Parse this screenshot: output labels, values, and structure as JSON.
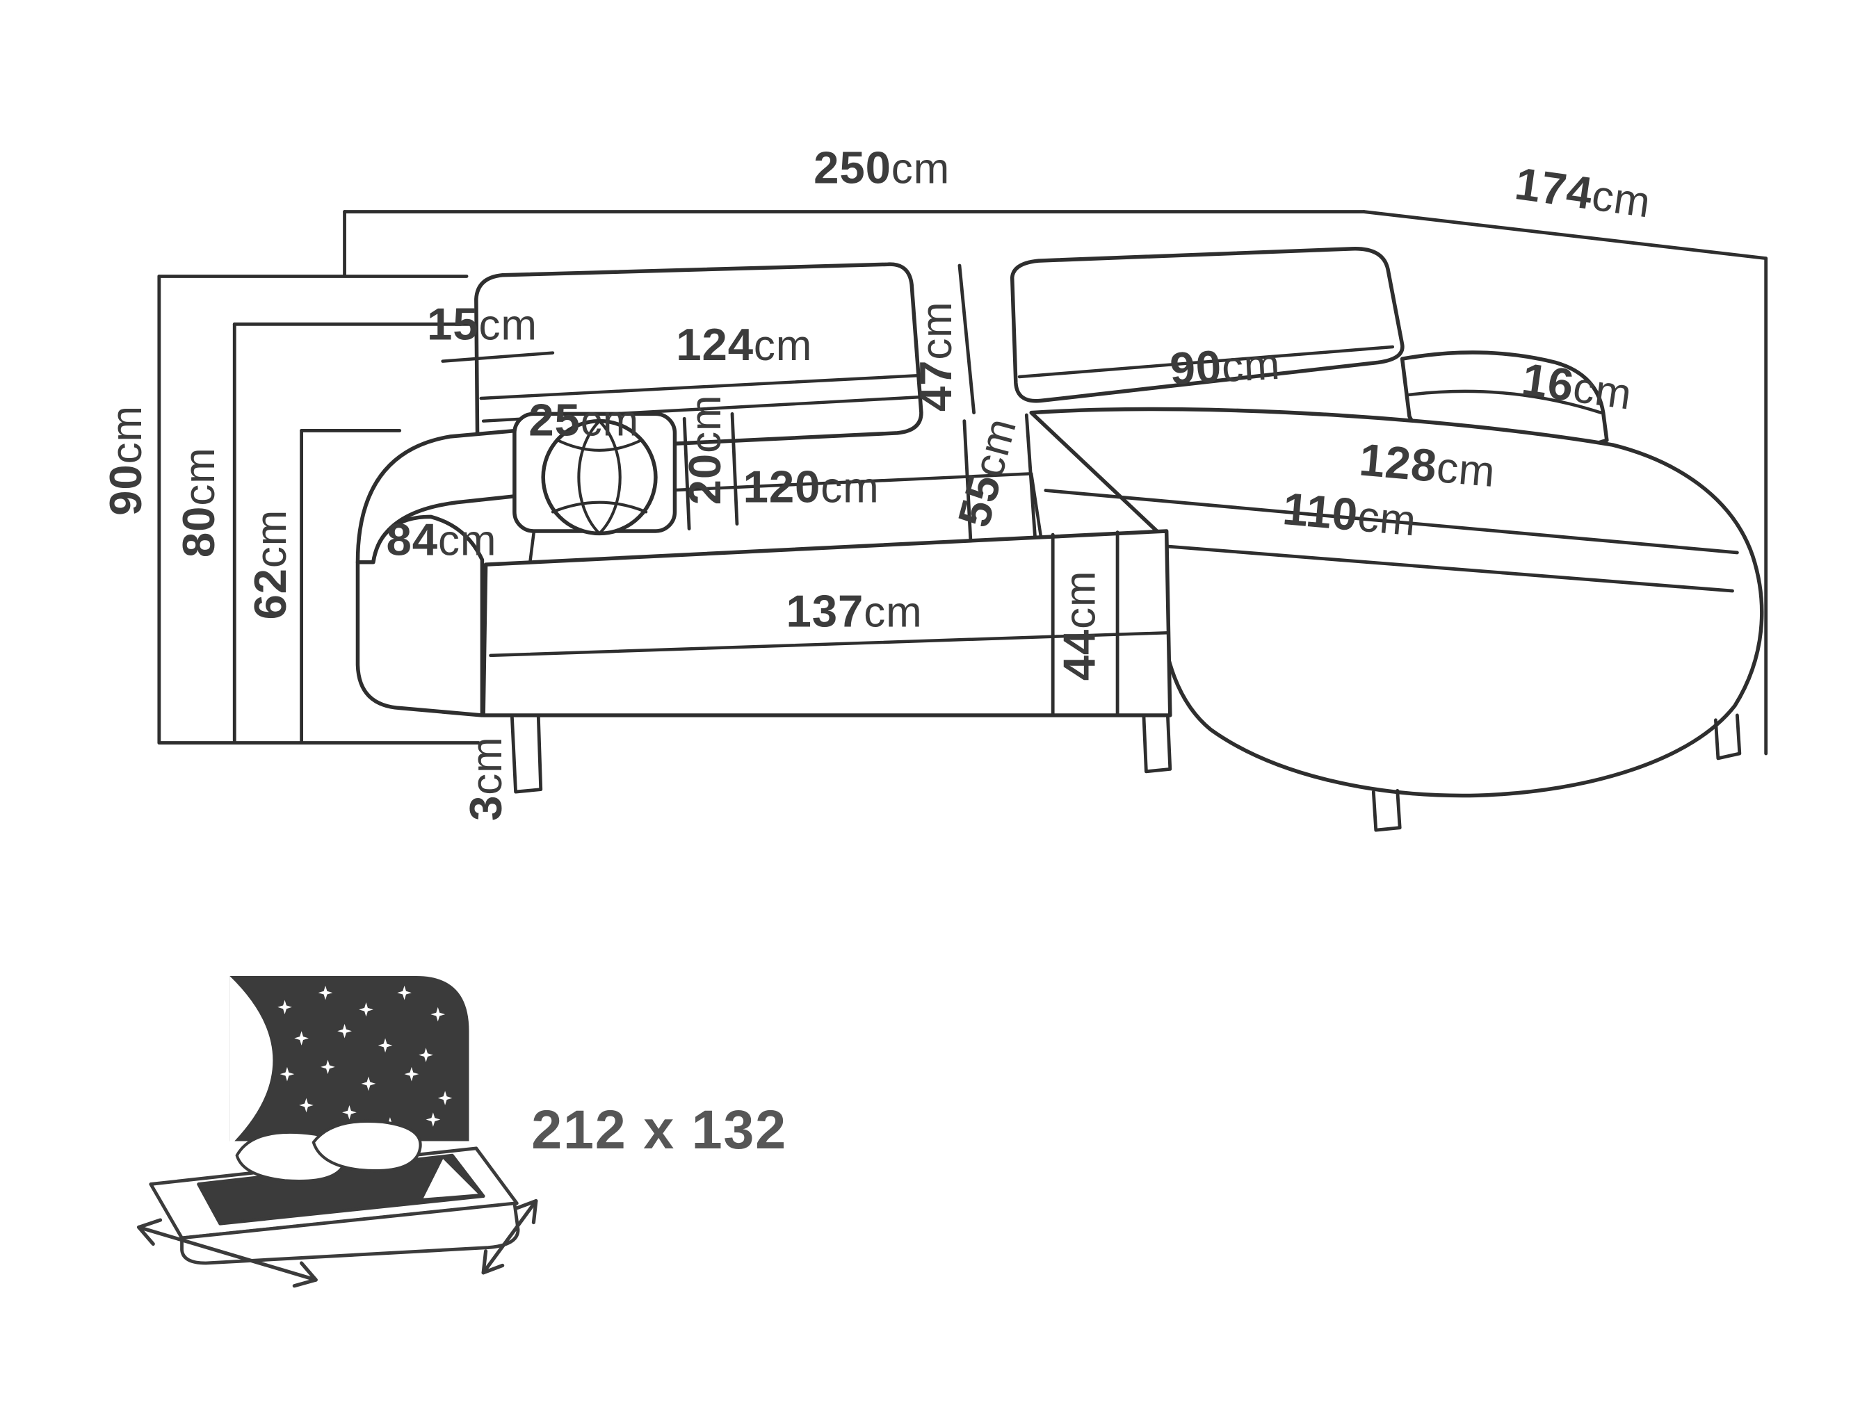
{
  "diagram": {
    "type": "corner-sofa-dimension-drawing",
    "unit_default": "cm"
  },
  "dims": {
    "overall_width": {
      "value": "250",
      "unit": "cm"
    },
    "overall_depth": {
      "value": "174",
      "unit": "cm"
    },
    "backrest_top": {
      "value": "15",
      "unit": "cm"
    },
    "backrest_left_width": {
      "value": "124",
      "unit": "cm"
    },
    "backrest_height": {
      "value": "47",
      "unit": "cm"
    },
    "backrest_right_width": {
      "value": "90",
      "unit": "cm"
    },
    "armrest_right_width": {
      "value": "16",
      "unit": "cm"
    },
    "pillow_diameter": {
      "value": "25",
      "unit": "cm"
    },
    "cushion_thickness": {
      "value": "20",
      "unit": "cm"
    },
    "seat_depth": {
      "value": "120",
      "unit": "cm"
    },
    "corner_seat_width": {
      "value": "55",
      "unit": "cm"
    },
    "chaise_length": {
      "value": "128",
      "unit": "cm"
    },
    "chaise_width": {
      "value": "110",
      "unit": "cm"
    },
    "armrest_left_width": {
      "value": "84",
      "unit": "cm"
    },
    "height_total": {
      "value": "90",
      "unit": "cm"
    },
    "height_backrest": {
      "value": "80",
      "unit": "cm"
    },
    "height_armrest": {
      "value": "62",
      "unit": "cm"
    },
    "seat_front_width": {
      "value": "137",
      "unit": "cm"
    },
    "seat_height": {
      "value": "44",
      "unit": "cm"
    },
    "leg_height": {
      "value": "3",
      "unit": "cm"
    }
  },
  "sleeping_area": {
    "size": "212 x 132"
  }
}
